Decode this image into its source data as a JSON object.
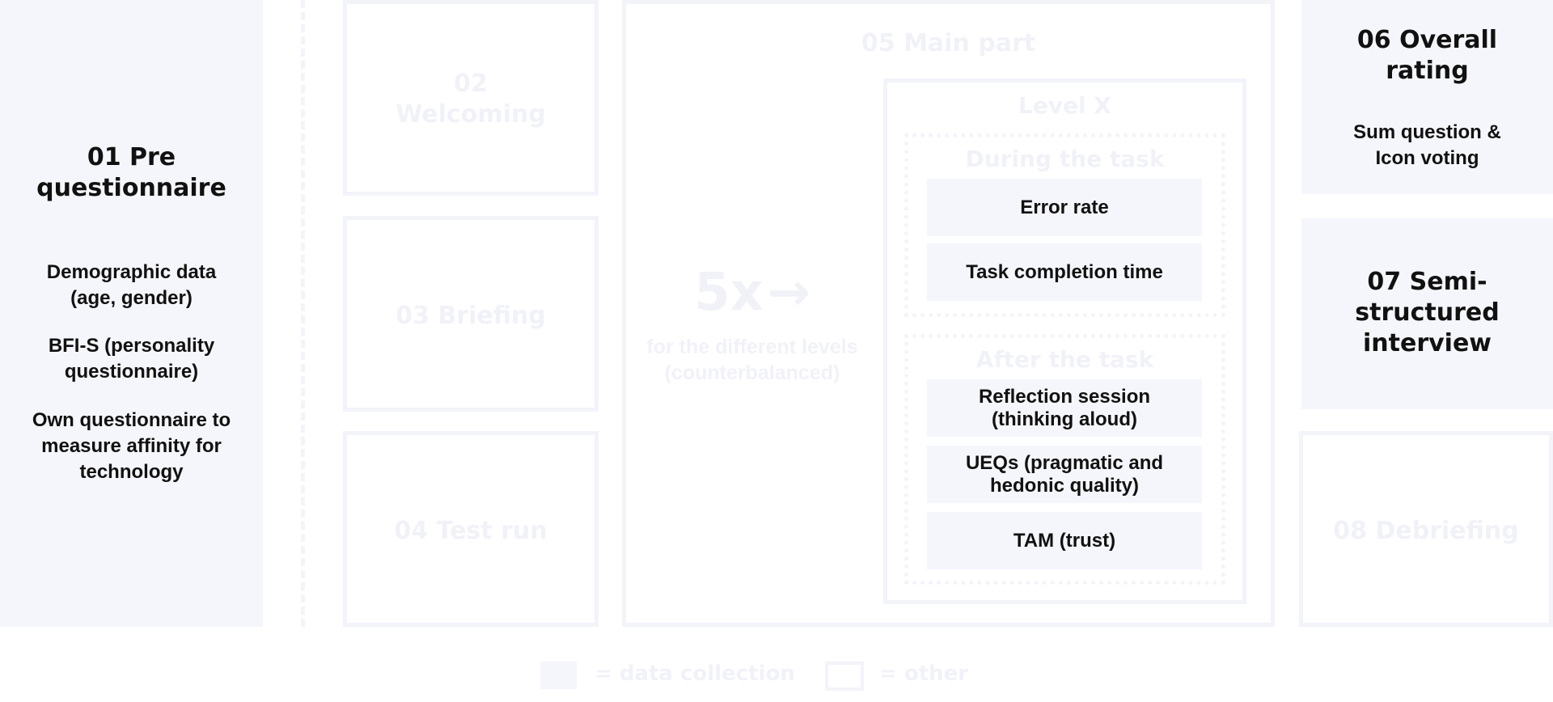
{
  "steps": {
    "pre": {
      "title": "01 Pre questionnaire",
      "items": [
        "Demographic data (age, gender)",
        "BFI-S (personality questionnaire)",
        "Own questionnaire to measure affinity for technology"
      ]
    },
    "welcoming": {
      "title": "02 Welcoming"
    },
    "briefing": {
      "title": "03 Briefing"
    },
    "test_run": {
      "title": "04 Test run"
    },
    "main": {
      "title": "05 Main part",
      "repeat": "5x",
      "repeat_arrow": "→",
      "repeat_note": "for the different levels (counterbalanced)",
      "level": {
        "title": "Level X",
        "during": {
          "title": "During the task",
          "items": [
            "Error rate",
            "Task completion time"
          ]
        },
        "after": {
          "title": "After the task",
          "items": [
            "Reflection session (thinking aloud)",
            "UEQs (pragmatic and hedonic quality)",
            "TAM (trust)"
          ]
        }
      }
    },
    "overall": {
      "title": "06 Overall rating",
      "detail": "Sum question & Icon voting"
    },
    "interview": {
      "title": "07 Semi-structured interview"
    },
    "debriefing": {
      "title": "08 Debriefing"
    }
  },
  "legend": {
    "data_collection": "= data collection",
    "other": "= other"
  },
  "colors": {
    "filled": "#f5f6fb",
    "outline": "#f3f4fa",
    "text": "#111111"
  }
}
